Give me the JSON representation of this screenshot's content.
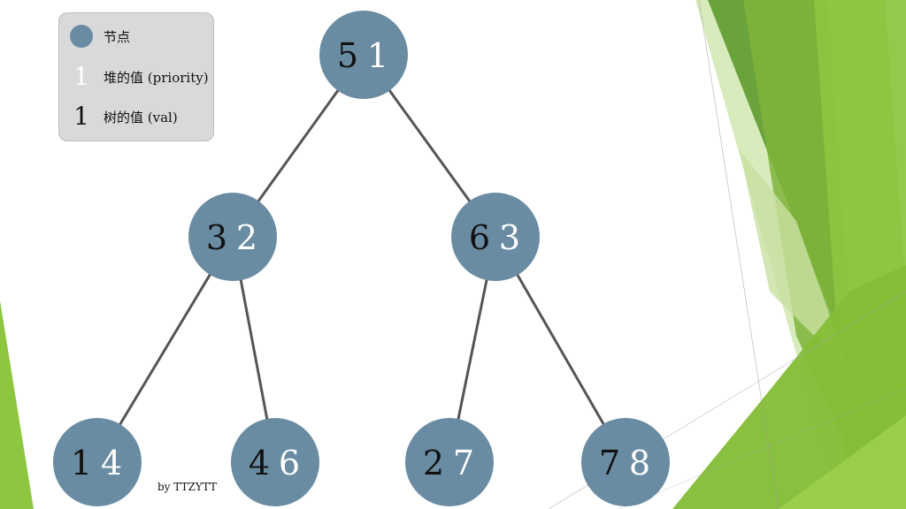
{
  "colors": {
    "node_fill": "#6a8ca3",
    "edge": "#555555",
    "val_text": "#111111",
    "priority_text": "#ffffff",
    "legend_bg": "#d9d9d9"
  },
  "legend": {
    "node_label": "节点",
    "priority_symbol": "1",
    "priority_label": "堆的值 (priority)",
    "val_symbol": "1",
    "val_label": "树的值 (val)"
  },
  "tree": {
    "nodes": [
      {
        "id": "root",
        "val": "5",
        "priority": "1"
      },
      {
        "id": "left",
        "val": "3",
        "priority": "2"
      },
      {
        "id": "right",
        "val": "6",
        "priority": "3"
      },
      {
        "id": "left-left",
        "val": "1",
        "priority": "4"
      },
      {
        "id": "left-right",
        "val": "4",
        "priority": "6"
      },
      {
        "id": "right-left",
        "val": "2",
        "priority": "7"
      },
      {
        "id": "right-right",
        "val": "7",
        "priority": "8"
      }
    ],
    "edges": [
      [
        "root",
        "left"
      ],
      [
        "root",
        "right"
      ],
      [
        "left",
        "left-left"
      ],
      [
        "left",
        "left-right"
      ],
      [
        "right",
        "right-left"
      ],
      [
        "right",
        "right-right"
      ]
    ]
  },
  "credit": "by TTZYTT"
}
